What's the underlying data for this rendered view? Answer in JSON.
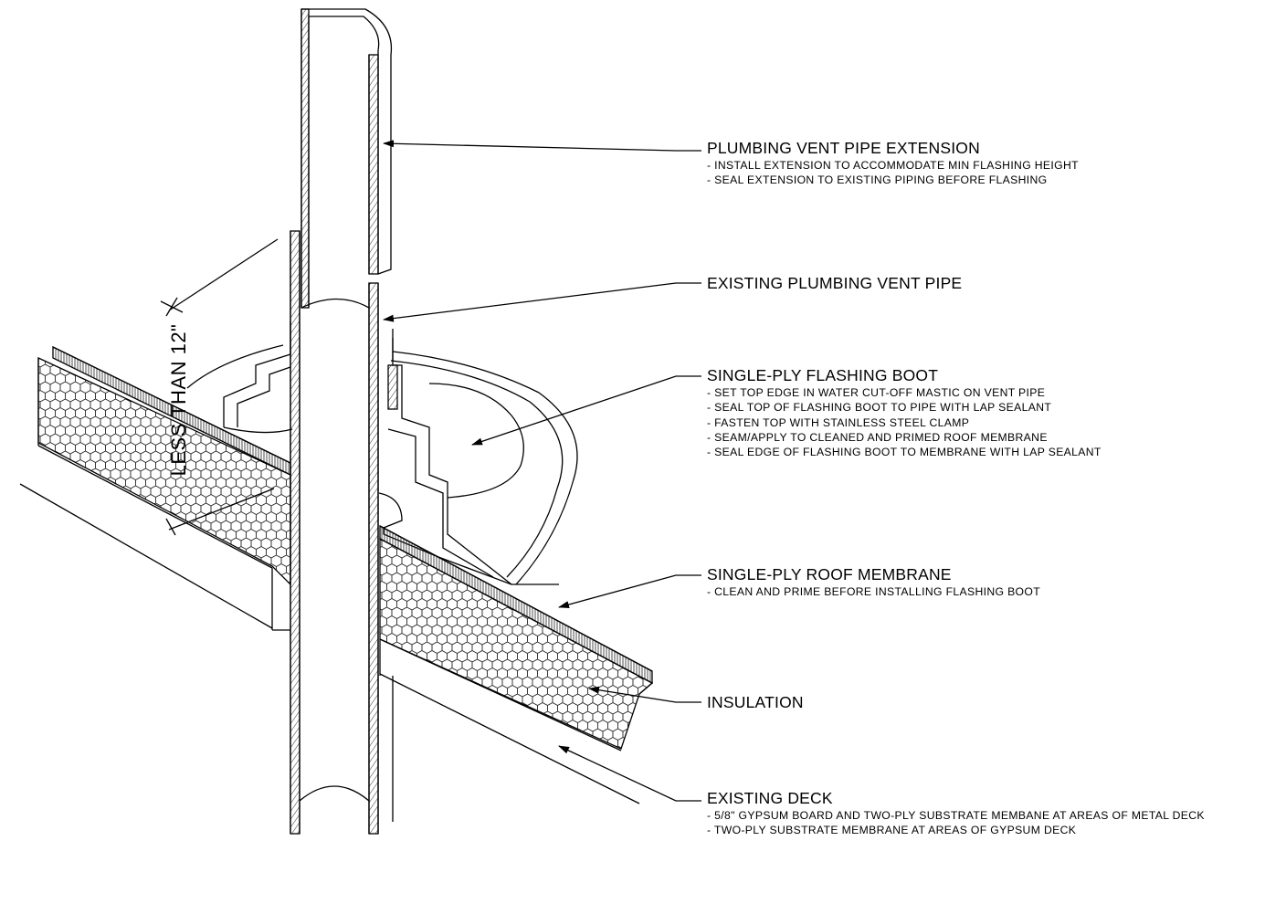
{
  "callouts": [
    {
      "id": "vent-extension",
      "title": "PLUMBING VENT PIPE EXTENSION",
      "notes": [
        "- INSTALL EXTENSION TO ACCOMMODATE MIN FLASHING HEIGHT",
        "- SEAL EXTENSION TO EXISTING PIPING BEFORE FLASHING"
      ]
    },
    {
      "id": "existing-vent",
      "title": "EXISTING PLUMBING VENT PIPE",
      "notes": []
    },
    {
      "id": "flashing-boot",
      "title": "SINGLE-PLY FLASHING BOOT",
      "notes": [
        "- SET TOP EDGE IN WATER CUT-OFF MASTIC ON VENT PIPE",
        "- SEAL TOP OF FLASHING BOOT TO PIPE WITH LAP SEALANT",
        "- FASTEN TOP WITH STAINLESS STEEL CLAMP",
        "- SEAM/APPLY TO CLEANED AND PRIMED ROOF MEMBRANE",
        "- SEAL EDGE OF FLASHING BOOT TO MEMBRANE WITH LAP SEALANT"
      ]
    },
    {
      "id": "roof-membrane",
      "title": "SINGLE-PLY ROOF MEMBRANE",
      "notes": [
        "- CLEAN AND PRIME BEFORE INSTALLING FLASHING BOOT"
      ]
    },
    {
      "id": "insulation",
      "title": "INSULATION",
      "notes": []
    },
    {
      "id": "existing-deck",
      "title": "EXISTING DECK",
      "notes": [
        "- 5/8\" GYPSUM BOARD AND TWO-PLY SUBSTRATE MEMBANE AT AREAS OF METAL DECK",
        "- TWO-PLY SUBSTRATE MEMBRANE AT AREAS OF GYPSUM DECK"
      ]
    }
  ],
  "dimension": {
    "label": "LESS THAN 12\""
  },
  "colors": {
    "line": "#000000",
    "hatch": "#333333",
    "background": "#ffffff"
  }
}
